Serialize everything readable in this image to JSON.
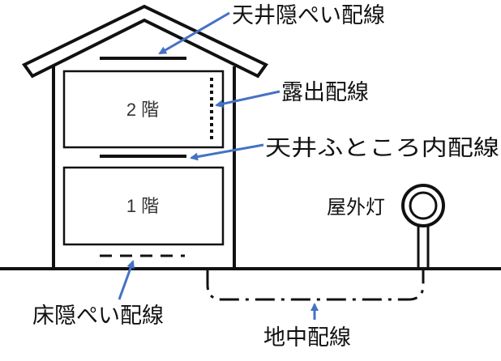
{
  "floors": {
    "second": "2 階",
    "first": "1 階"
  },
  "labels": {
    "ceiling_concealed": "天井隠ぺい配線",
    "exposed": "露出配線",
    "ceiling_space": "天井ふところ内配線",
    "outdoor_light": "屋外灯",
    "floor_concealed": "床隠ぺい配線",
    "underground": "地中配線"
  },
  "colors": {
    "line": "#111111",
    "arrow": "#4472c4"
  }
}
